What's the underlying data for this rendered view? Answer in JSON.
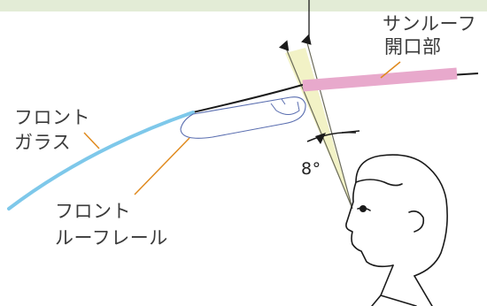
{
  "labels": {
    "sunroof_line1": "サンルーフ",
    "sunroof_line2": "開口部",
    "front_glass_line1": "フロント",
    "front_glass_line2": "ガラス",
    "front_rail_line1": "フロント",
    "front_rail_line2": "ルーフレール",
    "view_angle": "8°"
  },
  "colors": {
    "header_band": "#e3ecd6",
    "glass": "#7ec8ea",
    "sunroof": "#e8a9cc",
    "leader_line": "#e08a1e",
    "view_cone": "#f2f2c6",
    "rail_outline": "#5a6eb0",
    "stroke": "#1a1a1a"
  }
}
